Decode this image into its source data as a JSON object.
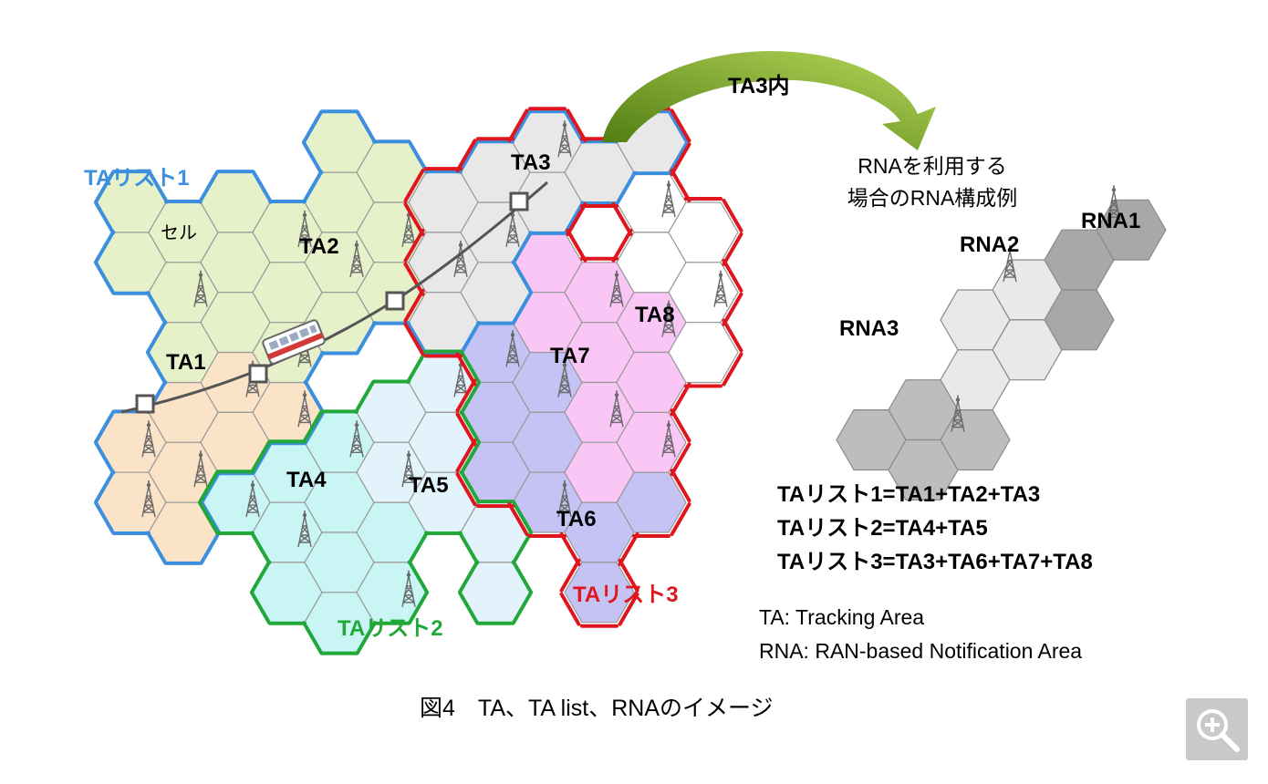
{
  "colors": {
    "list1_border": "#3b8fde",
    "list2_border": "#22a83a",
    "list3_border": "#e0161f",
    "ta1_fill": "#fbe3c8",
    "ta2_fill": "#e6f0c9",
    "ta3_fill": "#e8e8e8",
    "ta4_fill": "#c9f5f5",
    "ta5_fill": "#e3f3fb",
    "ta6_fill": "#c4c3f4",
    "ta7_fill": "#f9c6f6",
    "ta8_fill": "#ffffff",
    "rna1_fill": "#a8a8a8",
    "rna2_fill": "#e9e9e9",
    "rna3_fill": "#bdbdbd",
    "arrow_green": "#6f9a1c"
  },
  "labels": {
    "ta_list1": "TAリスト1",
    "ta_list2": "TAリスト2",
    "ta_list3": "TAリスト3",
    "cell": "セル",
    "ta1": "TA1",
    "ta2": "TA2",
    "ta3": "TA3",
    "ta4": "TA4",
    "ta5": "TA5",
    "ta6": "TA6",
    "ta7": "TA7",
    "ta8": "TA8",
    "arrow_label": "TA3内",
    "rna_heading_line1": "RNAを利用する",
    "rna_heading_line2": "場合のRNA構成例",
    "rna1": "RNA1",
    "rna2": "RNA2",
    "rna3": "RNA3"
  },
  "equations": [
    "TAリスト1=TA1+TA2+TA3",
    "TAリスト2=TA4+TA5",
    "TAリスト3=TA3+TA6+TA7+TA8"
  ],
  "legend": [
    "TA: Tracking Area",
    "RNA: RAN-based Notification Area"
  ],
  "caption": "図4　TA、TA list、RNAのイメージ",
  "icons": {
    "tower": "cell-tower-icon",
    "train": "train-icon",
    "zoom": "zoom-in-icon"
  }
}
